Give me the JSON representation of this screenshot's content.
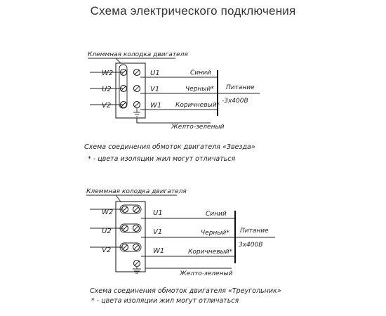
{
  "title": "Схема электрического подключения",
  "star": {
    "block_label": "Клеммная колодка двигателя",
    "left_terminals": [
      "W2",
      "U2",
      "V2"
    ],
    "right_terminals": [
      "U1",
      "V1",
      "W1"
    ],
    "wire_colors": [
      "Синий",
      "Черный*",
      "Коричневый*"
    ],
    "ground_wire": "Желто-зеленый",
    "supply_label": "Питание",
    "supply_voltage": "-3x400В",
    "caption": "Схема соединения обмоток двигателя «Звезда»",
    "note": "* - цвета изоляции жил могут отличаться"
  },
  "delta": {
    "block_label": "Клеммная колодка двигателя",
    "left_terminals": [
      "W2",
      "U2",
      "V2"
    ],
    "right_terminals": [
      "U1",
      "V1",
      "W1"
    ],
    "wire_colors": [
      "Синий",
      "Черный*",
      "Коричневый*"
    ],
    "ground_wire": "Желто-зеленый",
    "supply_label": "Питание",
    "supply_voltage": "3x400В",
    "caption": "Схема соединения обмоток двигателя «Треугольник»",
    "note": "* - цвета изоляции жил могут отличаться"
  }
}
